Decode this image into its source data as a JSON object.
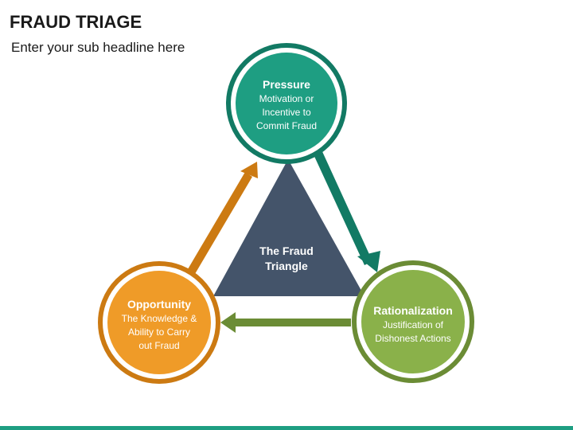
{
  "header": {
    "title": "FRAUD TRIAGE",
    "subtitle": "Enter your sub headline here"
  },
  "diagram": {
    "center": {
      "line1": "The Fraud",
      "line2": "Triangle",
      "color": "#44546a"
    },
    "pressure": {
      "title": "Pressure",
      "line1": "Motivation or",
      "line2": "Incentive to",
      "line3": "Commit Fraud",
      "color": "#1e9e82",
      "ring_color": "#127a64"
    },
    "rationalization": {
      "title": "Rationalization",
      "line1": "Justification of",
      "line2": "Dishonest Actions",
      "color": "#8ab14a",
      "ring_color": "#6b8c35"
    },
    "opportunity": {
      "title": "Opportunity",
      "line1": "The Knowledge &",
      "line2": "Ability to Carry",
      "line3": "out Fraud",
      "color": "#ef9b28",
      "ring_color": "#cc7a12"
    },
    "footer_color": "#1e9e82"
  }
}
